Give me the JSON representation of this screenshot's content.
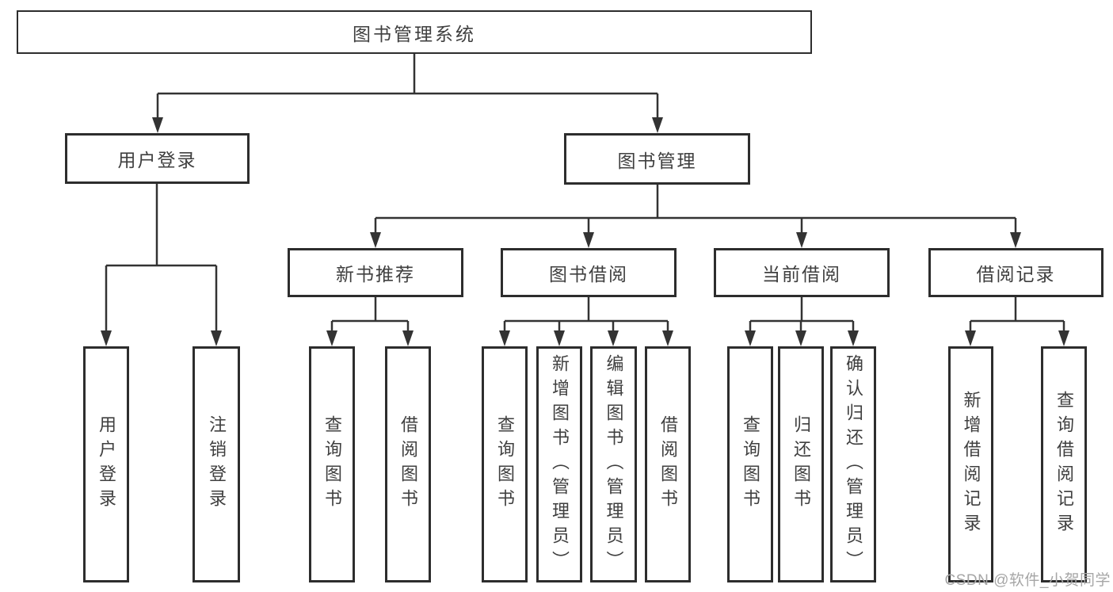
{
  "diagram": {
    "title": "图书管理系统",
    "root": {
      "label": "图书管理系统"
    },
    "level2": [
      {
        "label": "用户登录"
      },
      {
        "label": "图书管理"
      }
    ],
    "level3": [
      {
        "label": "新书推荐"
      },
      {
        "label": "图书借阅"
      },
      {
        "label": "当前借阅"
      },
      {
        "label": "借阅记录"
      }
    ],
    "leaves": {
      "login": [
        {
          "label": "用户登录"
        },
        {
          "label": "注销登录"
        }
      ],
      "recommend": [
        {
          "label": "查询图书"
        },
        {
          "label": "借阅图书"
        }
      ],
      "borrow": [
        {
          "label": "查询图书"
        },
        {
          "label": "新增图书（管理员）"
        },
        {
          "label": "编辑图书（管理员）"
        },
        {
          "label": "借阅图书"
        }
      ],
      "current": [
        {
          "label": "查询图书"
        },
        {
          "label": "归还图书"
        },
        {
          "label": "确认归还（管理员）"
        }
      ],
      "records": [
        {
          "label": "新增借阅记录"
        },
        {
          "label": "查询借阅记录"
        }
      ]
    }
  },
  "watermark": {
    "text": "CSDN @软件_小贺同学"
  },
  "colors": {
    "line": "#333333",
    "box_border": "#2d2d2d",
    "box_fill": "#ffffff",
    "text": "#3f3f3f",
    "watermark": "#a6a6a6",
    "background": "#ffffff"
  }
}
